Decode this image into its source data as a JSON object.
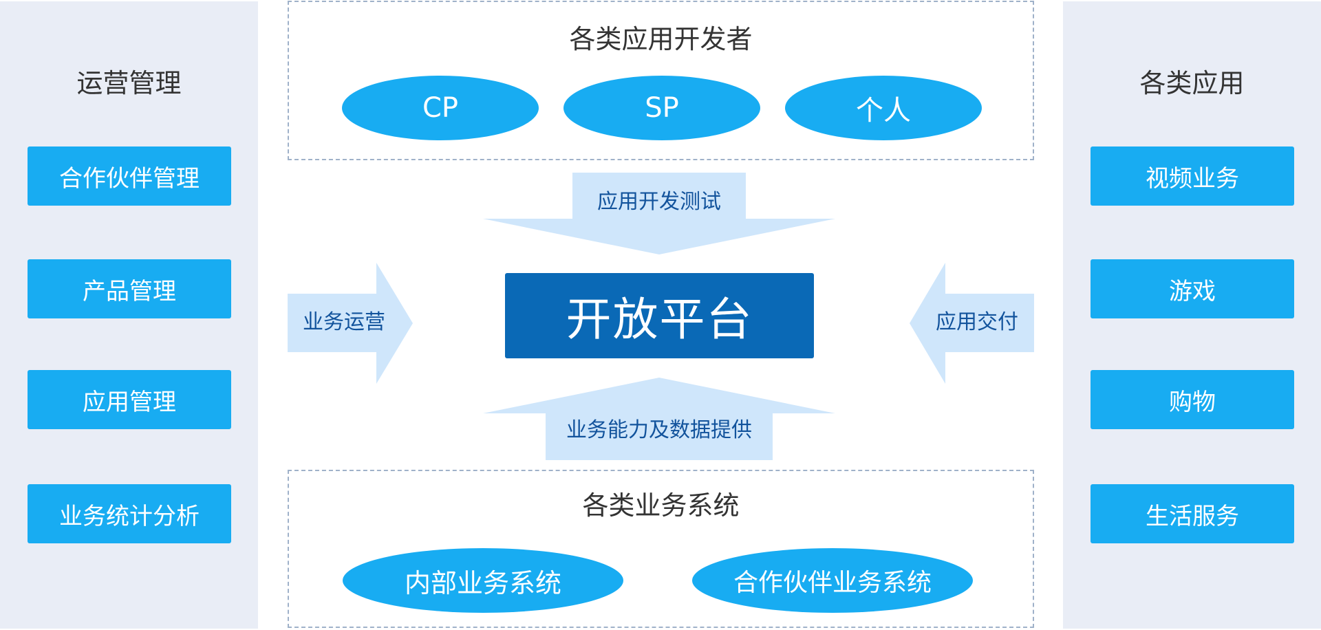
{
  "left_panel": {
    "title": "运营管理",
    "items": [
      "合作伙伴管理",
      "产品管理",
      "应用管理",
      "业务统计分析"
    ]
  },
  "right_panel": {
    "title": "各类应用",
    "items": [
      "视频业务",
      "游戏",
      "购物",
      "生活服务"
    ]
  },
  "top_box": {
    "title": "各类应用开发者",
    "ellipses": [
      "CP",
      "SP",
      "个人"
    ]
  },
  "bottom_box": {
    "title": "各类业务系统",
    "ellipses": [
      "内部业务系统",
      "合作伙伴业务系统"
    ]
  },
  "arrows": {
    "top": "应用开发测试",
    "left": "业务运营",
    "right": "应用交付",
    "bottom": "业务能力及数据提供"
  },
  "center": {
    "title": "开放平台"
  },
  "colors": {
    "side_panel_bg": "#e9edf6",
    "button_blue": "#18acf2",
    "arrow_fill": "#cfe6fb",
    "arrow_text": "#12539c",
    "core_blue": "#0a69b6",
    "dash_border": "#9fb1c9"
  }
}
